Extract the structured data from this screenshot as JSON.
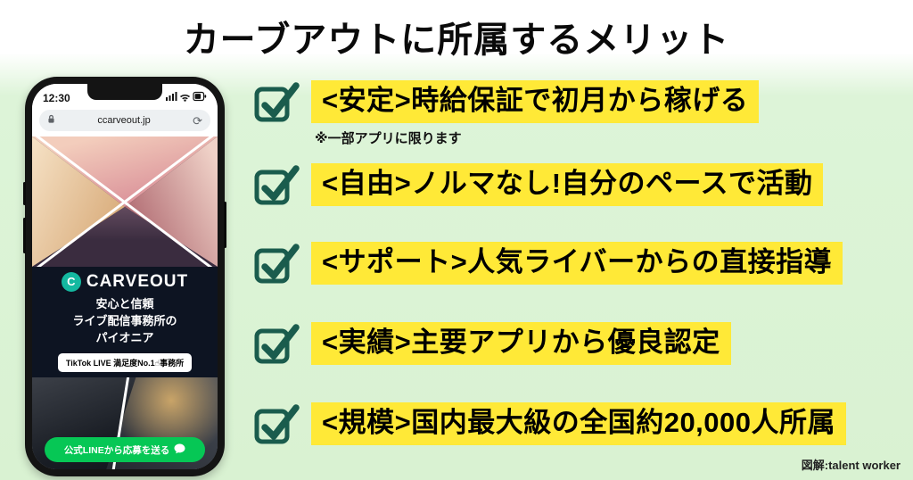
{
  "title": "カーブアウトに所属するメリット",
  "credit": "図解:talent worker",
  "benefits": [
    {
      "label": "<安定>時給保証で初月から稼げる",
      "note": "※一部アプリに限ります"
    },
    {
      "label": "<自由>ノルマなし!自分のペースで活動"
    },
    {
      "label": "<サポート>人気ライバーからの直接指導"
    },
    {
      "label": "<実績>主要アプリから優良認定"
    },
    {
      "label": "<規模>国内最大級の全国約20,000人所属"
    }
  ],
  "phone": {
    "status_time": "12:30",
    "url": "ccarveout.jp",
    "logo_letter": "C",
    "brand": "CARVEOUT",
    "tagline_line1": "安心と信頼",
    "tagline_line2": "ライブ配信事務所の",
    "tagline_line3": "パイオニア",
    "badge": "TikTok LIVE 満足度No.1☝事務所",
    "cta": "公式LINEから応募を送る"
  },
  "icons": {
    "reload": "⟳",
    "checkbox": "checked-box",
    "lock": "padlock",
    "chat_bubble": "speech-bubble",
    "status_cluster": "signal-wifi-battery"
  },
  "colors": {
    "highlight_yellow": "#FFE937",
    "check_green": "#1A5C4D",
    "line_green": "#06C755",
    "background_green": "#D9F2D2",
    "logo_teal": "#14B8A0"
  }
}
